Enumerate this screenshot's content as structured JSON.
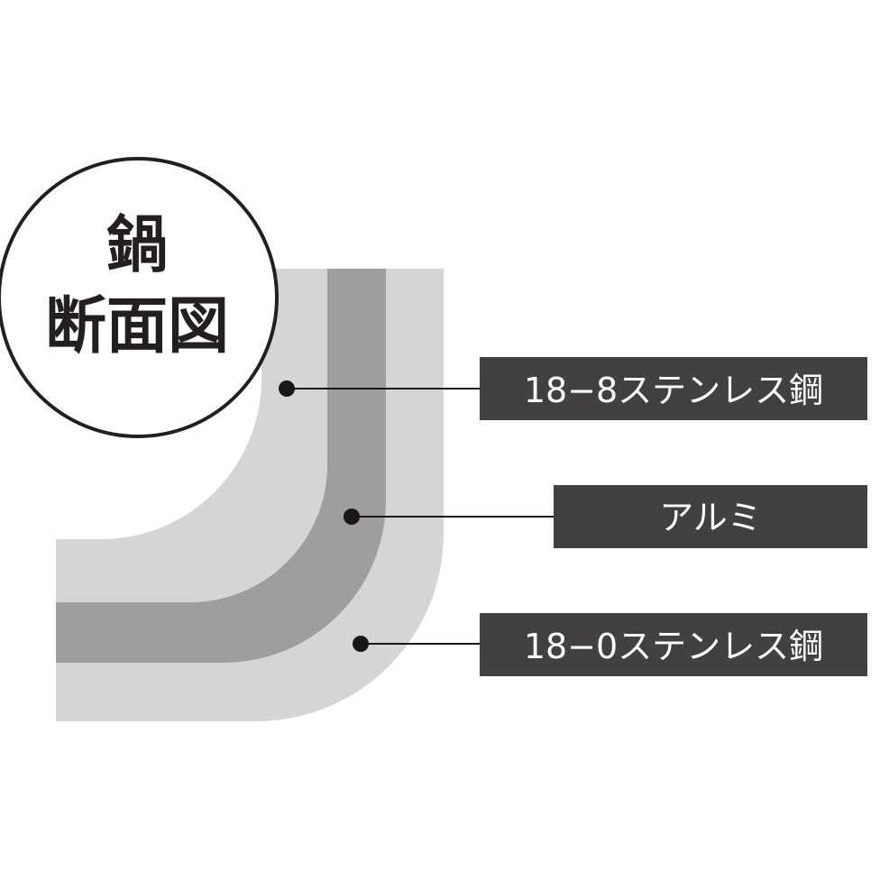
{
  "title": {
    "line1": "鍋",
    "line2": "断面図"
  },
  "layers": [
    {
      "label": "18−8ステンレス鋼",
      "color": "#d4d5d5"
    },
    {
      "label": "アルミ",
      "color": "#9d9e9e"
    },
    {
      "label": "18−0ステンレス鋼",
      "color": "#d4d5d5"
    }
  ],
  "colors": {
    "label_bg": "#434040",
    "marker": "#1a1616",
    "circle_stroke": "#231f20"
  }
}
